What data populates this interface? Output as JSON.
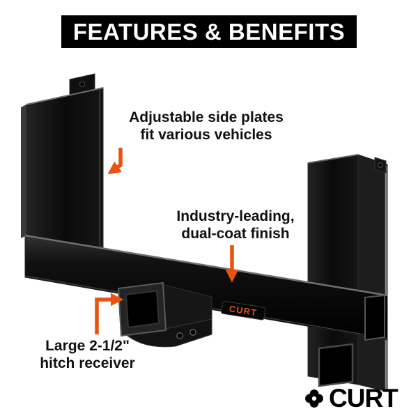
{
  "banner": {
    "title": "FEATURES & BENEFITS"
  },
  "annotations": [
    {
      "name": "side-plates",
      "line1": "Adjustable side plates",
      "line2": "fit various vehicles"
    },
    {
      "name": "dual-coat-finish",
      "line1": "Industry-leading,",
      "line2": "dual-coat finish"
    },
    {
      "name": "hitch-receiver",
      "line1": "Large 2-1/2\"",
      "line2": "hitch receiver"
    }
  ],
  "product": {
    "sticker_text": "CURT"
  },
  "brand": {
    "logo_text": "CURT",
    "icon": "curt-flower-icon"
  },
  "colors": {
    "accent_orange": "#e8530f",
    "banner_bg": "#000000",
    "banner_text": "#ffffff",
    "hitch_black": "#0a0a0a"
  }
}
